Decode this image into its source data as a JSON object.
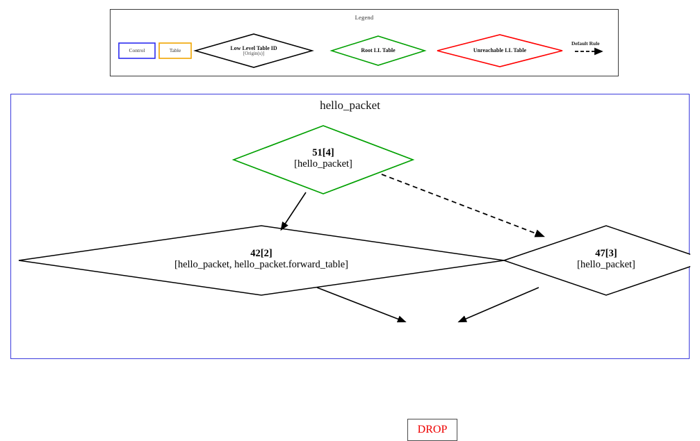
{
  "legend": {
    "title": "Legend",
    "items": [
      {
        "name": "control",
        "shape": "box",
        "label": "Control",
        "color": "#2b2bf0"
      },
      {
        "name": "table",
        "shape": "box",
        "label": "Table",
        "color": "#f0a500"
      },
      {
        "name": "low-level-table-id",
        "shape": "diamond",
        "label": "Low Level Table ID",
        "sublabel": "[Origin(s)]",
        "color": "#000000"
      },
      {
        "name": "root-ll-table",
        "shape": "diamond",
        "label": "Root LL Table",
        "sublabel": "",
        "color": "#00a000"
      },
      {
        "name": "unreachable-ll-table",
        "shape": "diamond",
        "label": "Unreachable LL Table",
        "sublabel": "",
        "color": "#ff0000"
      },
      {
        "name": "default-rule",
        "shape": "dashed-arrow",
        "label": "Default Rule",
        "sublabel": "",
        "color": "#000000"
      }
    ]
  },
  "graph": {
    "title": "hello_packet",
    "border_color": "#3b3bdd",
    "nodes": [
      {
        "id": "51[4]",
        "origins": "[hello_packet]",
        "shape": "diamond",
        "color": "#00a000",
        "role": "root-ll-table"
      },
      {
        "id": "42[2]",
        "origins": "[hello_packet, hello_packet.forward_table]",
        "shape": "diamond",
        "color": "#000000",
        "role": "low-level-table"
      },
      {
        "id": "47[3]",
        "origins": "[hello_packet]",
        "shape": "diamond",
        "color": "#000000",
        "role": "low-level-table"
      },
      {
        "id": "DROP",
        "origins": "",
        "shape": "box",
        "color": "#ee0000",
        "role": "drop-action"
      }
    ],
    "edges": [
      {
        "from": "51[4]",
        "to": "42[2]",
        "style": "solid"
      },
      {
        "from": "51[4]",
        "to": "47[3]",
        "style": "dashed"
      },
      {
        "from": "42[2]",
        "to": "DROP",
        "style": "solid"
      },
      {
        "from": "47[3]",
        "to": "DROP",
        "style": "solid"
      }
    ]
  }
}
